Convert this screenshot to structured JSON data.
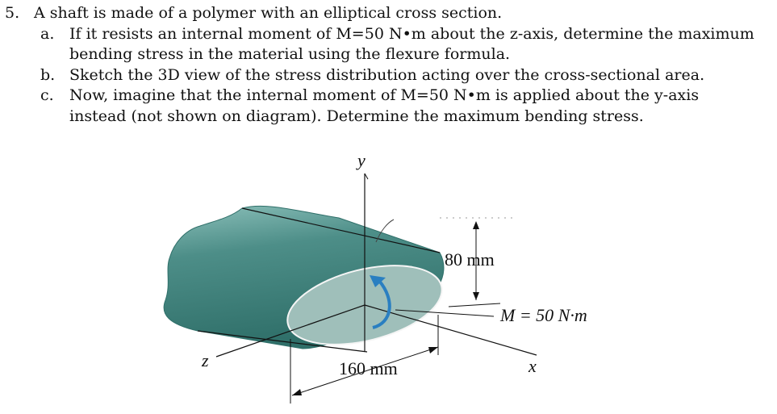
{
  "problem": {
    "number": "5.",
    "stem": "A shaft is made of a polymer with an elliptical cross section.",
    "parts": [
      {
        "letter": "a.",
        "lines": [
          "If it resists an internal moment of M=50 N•m about the z-axis, determine the maximum",
          "bending stress in the material using the flexure formula."
        ]
      },
      {
        "letter": "b.",
        "lines": [
          "Sketch the 3D view of the stress distribution acting over the cross-sectional area."
        ]
      },
      {
        "letter": "c.",
        "lines": [
          "Now, imagine that the internal moment of M=50 N•m is applied about the y-axis",
          "instead (not shown on diagram). Determine the maximum bending stress."
        ]
      }
    ]
  },
  "figure": {
    "axis_y": "y",
    "axis_z": "z",
    "axis_x": "x",
    "height_dim": "80 mm",
    "width_dim": "160 mm",
    "moment_label": "M = 50 N·m",
    "colors": {
      "shaft_body": "#4d8e88",
      "shaft_dark": "#2f6f69",
      "shaft_light": "#8cc0ba",
      "section_face": "#9fbfba",
      "moment_arrow": "#2a7fc1"
    }
  }
}
